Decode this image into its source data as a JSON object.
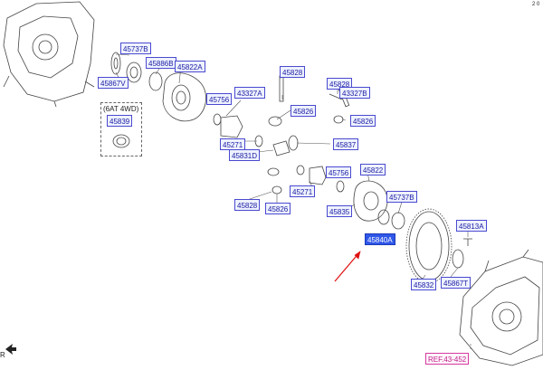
{
  "diagram": {
    "labels": [
      {
        "id": "l1",
        "text": "45737B"
      },
      {
        "id": "l2",
        "text": "45886B"
      },
      {
        "id": "l3",
        "text": "45822A"
      },
      {
        "id": "l4",
        "text": "45867V"
      },
      {
        "id": "l5",
        "text": "45839"
      },
      {
        "id": "l6",
        "text": "45828"
      },
      {
        "id": "l7",
        "text": "43327A"
      },
      {
        "id": "l8",
        "text": "45826"
      },
      {
        "id": "l9",
        "text": "45756"
      },
      {
        "id": "l10",
        "text": "45828"
      },
      {
        "id": "l11",
        "text": "43327B"
      },
      {
        "id": "l12",
        "text": "45826"
      },
      {
        "id": "l13",
        "text": "45271"
      },
      {
        "id": "l14",
        "text": "45837"
      },
      {
        "id": "l15",
        "text": "45831D"
      },
      {
        "id": "l16",
        "text": "45822"
      },
      {
        "id": "l17",
        "text": "45756"
      },
      {
        "id": "l18",
        "text": "45271"
      },
      {
        "id": "l19",
        "text": "45737B"
      },
      {
        "id": "l20",
        "text": "45835"
      },
      {
        "id": "l21",
        "text": "45828"
      },
      {
        "id": "l22",
        "text": "45826"
      },
      {
        "id": "l23",
        "text": "45813A"
      },
      {
        "id": "l24",
        "text": "45840A"
      },
      {
        "id": "l25",
        "text": "45867T"
      },
      {
        "id": "l26",
        "text": "45832"
      }
    ],
    "box_note": "(6AT 4WD)",
    "ref_label": "REF.43-452",
    "corner_top": "2 0",
    "corner_bottom": "R"
  },
  "colors": {
    "label_text": "#1a1aa0",
    "label_border": "#4a4ad0",
    "highlight": "#2f57e8",
    "arrow": "#e01010",
    "ref": "#d43aa0"
  }
}
